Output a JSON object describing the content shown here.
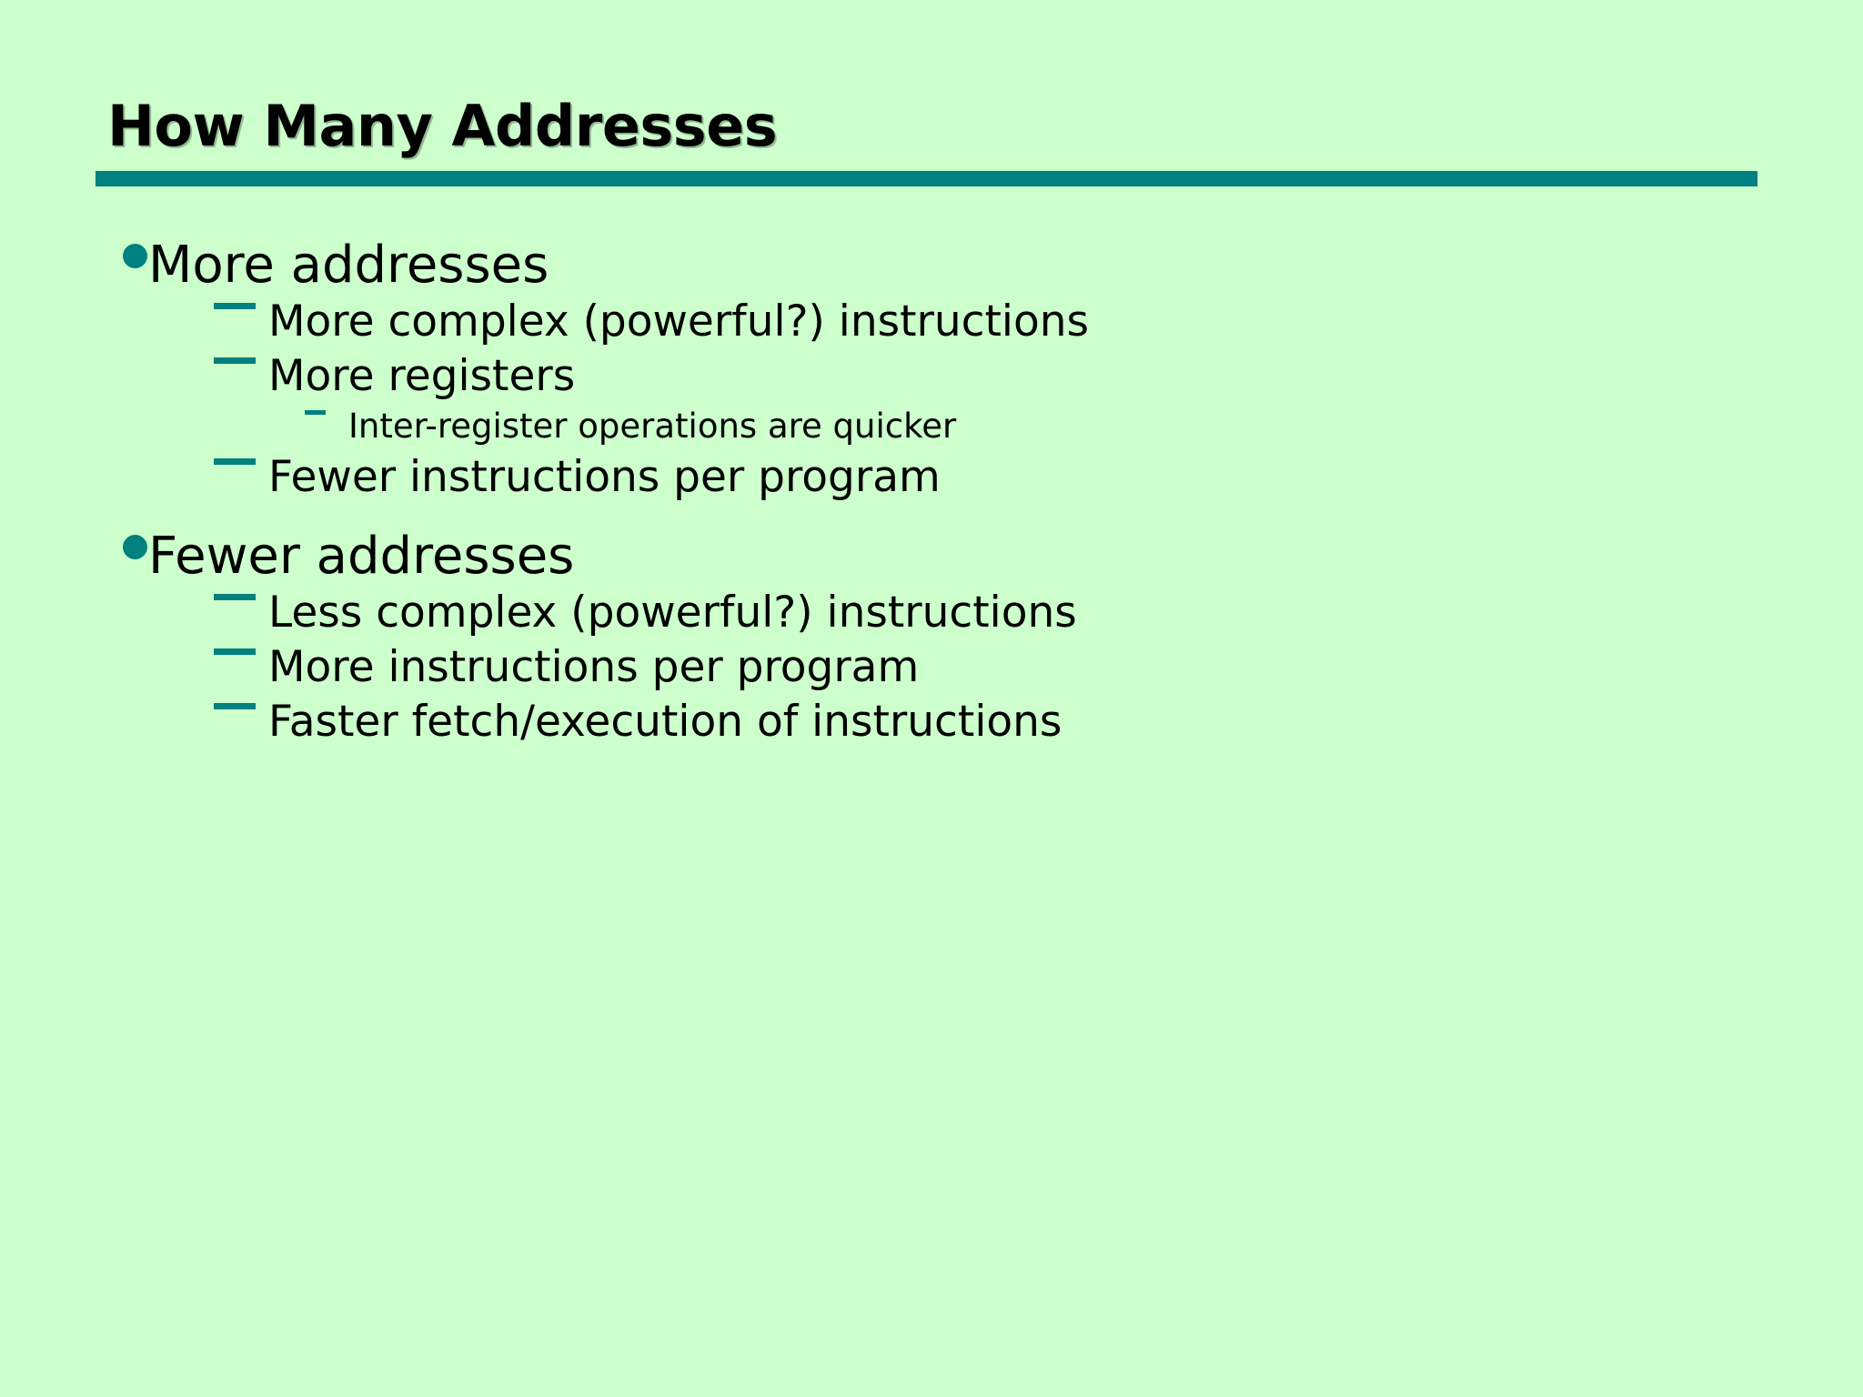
{
  "slide": {
    "title": "How Many Addresses",
    "background_color": "#ccffcc",
    "accent_color": "#00807e",
    "text_color": "#000000",
    "bullet_markers": {
      "level1": "filled-circle",
      "level2": "em-dash",
      "level3": "en-dash"
    },
    "outline": [
      {
        "level": 1,
        "text": "More addresses"
      },
      {
        "level": 2,
        "text": "More complex (powerful?) instructions"
      },
      {
        "level": 2,
        "text": "More registers"
      },
      {
        "level": 3,
        "text": "Inter-register operations are quicker"
      },
      {
        "level": 2,
        "text": "Fewer instructions per program"
      },
      {
        "level": 1,
        "text": "Fewer addresses"
      },
      {
        "level": 2,
        "text": "Less complex (powerful?) instructions"
      },
      {
        "level": 2,
        "text": "More instructions per program"
      },
      {
        "level": 2,
        "text": "Faster fetch/execution of instructions"
      }
    ]
  }
}
